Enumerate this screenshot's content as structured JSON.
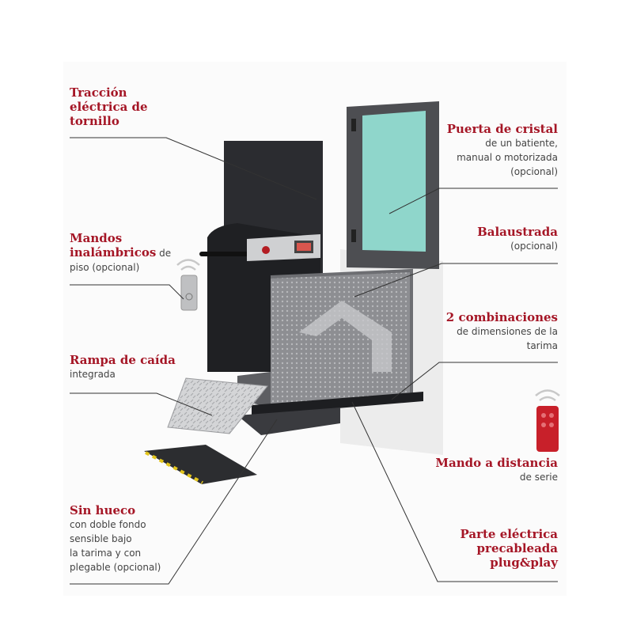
{
  "colors": {
    "accent": "#a51626",
    "text": "#444444",
    "glass": "#8fd6cb",
    "column": "#2b2c30"
  },
  "labels": {
    "traccion": {
      "title_lines": [
        "Tracción",
        "eléctrica de",
        "tornillo"
      ]
    },
    "mandos": {
      "title_lines": [
        "Mandos",
        "inalámbricos"
      ],
      "inline_text": " de",
      "text_lines": [
        "piso (opcional)"
      ]
    },
    "rampa": {
      "title": "Rampa de caída",
      "text_lines": [
        "integrada"
      ]
    },
    "sin_hueco": {
      "title": "Sin hueco",
      "text_lines": [
        "con doble fondo",
        "sensible bajo",
        "la tarima y con",
        "plegable (opcional)"
      ]
    },
    "puerta": {
      "title": "Puerta de cristal",
      "text_lines": [
        "de un batiente,",
        "manual o motorizada",
        "(opcional)"
      ]
    },
    "balaustrada": {
      "title": "Balaustrada",
      "text_lines": [
        "(opcional)"
      ]
    },
    "combinaciones": {
      "title": "2 combinaciones",
      "text_lines": [
        "de dimensiones de la",
        "tarima"
      ]
    },
    "mando_distancia": {
      "title": "Mando a distancia",
      "text_lines": [
        "de serie"
      ]
    },
    "parte_electrica": {
      "title_lines": [
        "Parte eléctrica",
        "precableada",
        "plug&play"
      ]
    }
  }
}
